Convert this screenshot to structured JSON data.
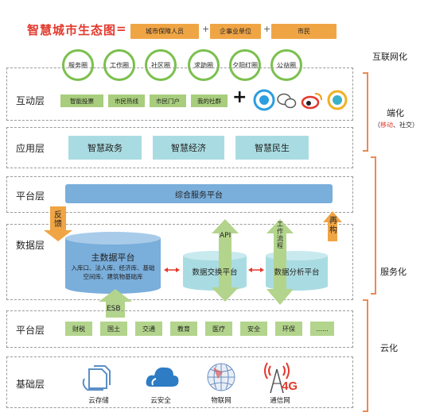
{
  "header": {
    "title": "智慧城市生态图",
    "equals": "=",
    "plus": "+",
    "boxes": [
      "城市保障人员",
      "企事业单位",
      "市民"
    ]
  },
  "circles": [
    "服务圈",
    "工作圈",
    "社区圈",
    "求助圈",
    "夕阳红圈",
    "公益圈"
  ],
  "layers": {
    "interaction": {
      "label": "互动层",
      "buttons": [
        "智能投票",
        "市民热线",
        "市民门户",
        "我的社群"
      ],
      "plus": "+"
    },
    "application": {
      "label": "应用层",
      "items": [
        "智慧政务",
        "智慧经济",
        "智慧民生"
      ]
    },
    "platform_top": {
      "label": "平台层",
      "bar": "综合服务平台"
    },
    "data": {
      "label": "数据层",
      "master_title": "主数据平台",
      "master_desc": "入库口、法人库、经济库、基础空间库、建筑物基础库",
      "exchange": "数据交换平台",
      "analysis": "数据分析平台",
      "api": "API",
      "workflow": "工作流程",
      "esb": "ESB",
      "feedback": "反馈",
      "restructure": "再构"
    },
    "platform_bottom": {
      "label": "平台层",
      "cells": [
        "财税",
        "国土",
        "交通",
        "教育",
        "医疗",
        "安全",
        "环保",
        "......"
      ]
    },
    "base": {
      "label": "基础层",
      "icons": [
        {
          "icon": "cloud-storage-icon",
          "label": "云存储"
        },
        {
          "icon": "cloud-security-icon",
          "label": "云安全"
        },
        {
          "icon": "iot-globe-icon",
          "label": "物联网"
        },
        {
          "icon": "4g-tower-icon",
          "label": "通信网"
        }
      ]
    }
  },
  "side": {
    "internet": "互联网化",
    "terminal": "端化",
    "terminal_sub": "（移动、社交）",
    "terminal_sub_highlight": "移动",
    "service": "服务化",
    "cloud": "云化"
  },
  "colors": {
    "title_red": "#e2392d",
    "orange": "#f0a545",
    "green": "#7bc04d",
    "teal": "#a9dce2",
    "blue": "#7aaedb",
    "bracket": "#e88b55"
  }
}
